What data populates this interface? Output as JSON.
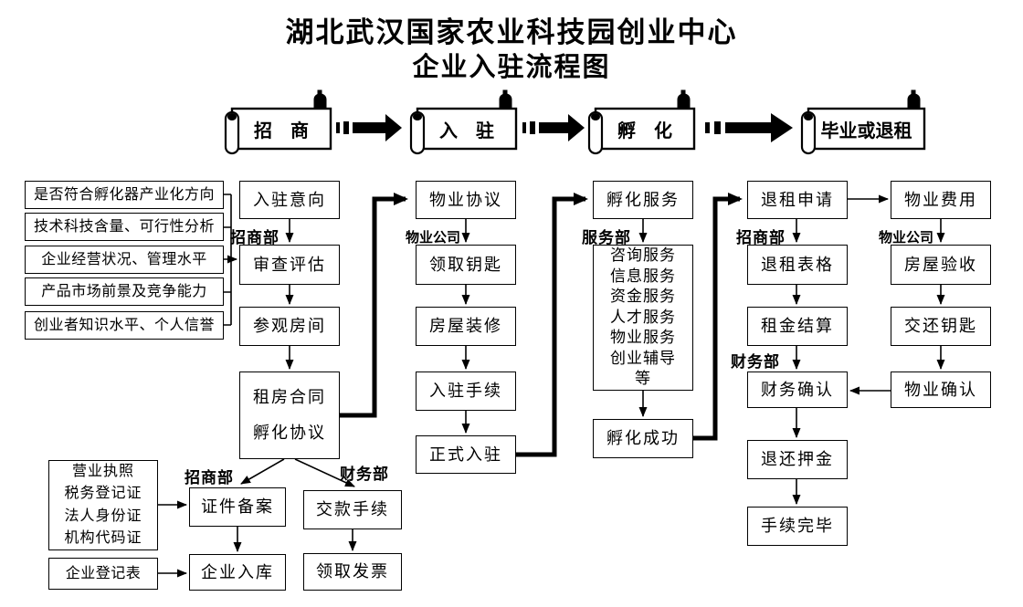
{
  "title": {
    "line1": "湖北武汉国家农业科技园创业中心",
    "line2": "企业入驻流程图"
  },
  "stages": [
    "招　商",
    "入　驻",
    "孵　化",
    "毕业或退租"
  ],
  "criteria": [
    "是否符合孵化器产业化方向",
    "技术科技含量、可行性分析",
    "企业经营状况、管理水平",
    "产品市场前景及竞争能力",
    "创业者知识水平、个人信誉"
  ],
  "zhaoshang": {
    "dept": "招商部",
    "intent": "入驻意向",
    "review": "审查评估",
    "visit": "参观房间",
    "contract": [
      "租房合同",
      "孵化协议"
    ]
  },
  "registration": {
    "zhaoshang_dept": "招商部",
    "caiwu_dept": "财务部",
    "docs": [
      "营业执照",
      "税务登记证",
      "法人身份证",
      "机构代码证"
    ],
    "form": "企业登记表",
    "filing": "证件备案",
    "warehouse": "企业入库",
    "payment": "交款手续",
    "invoice": "领取发票"
  },
  "ruzhu": {
    "dept": "物业公司",
    "agreement": "物业协议",
    "keys": "领取钥匙",
    "decoration": "房屋装修",
    "procedure": "入驻手续",
    "official": "正式入驻"
  },
  "fuhua": {
    "dept": "服务部",
    "service": "孵化服务",
    "services": [
      "咨询服务",
      "信息服务",
      "资金服务",
      "人才服务",
      "物业服务",
      "创业辅导",
      "等"
    ],
    "success": "孵化成功"
  },
  "tuizu": {
    "zhaoshang_dept": "招商部",
    "caiwu_dept": "财务部",
    "apply": "退租申请",
    "form": "退租表格",
    "settlement": "租金结算",
    "finance_confirm": "财务确认",
    "deposit": "退还押金",
    "complete": "手续完毕"
  },
  "wuye": {
    "dept": "物业公司",
    "fee": "物业费用",
    "inspection": "房屋验收",
    "return_keys": "交还钥匙",
    "confirm": "物业确认"
  },
  "colors": {
    "line": "#000000",
    "background": "#ffffff",
    "text": "#000000"
  }
}
